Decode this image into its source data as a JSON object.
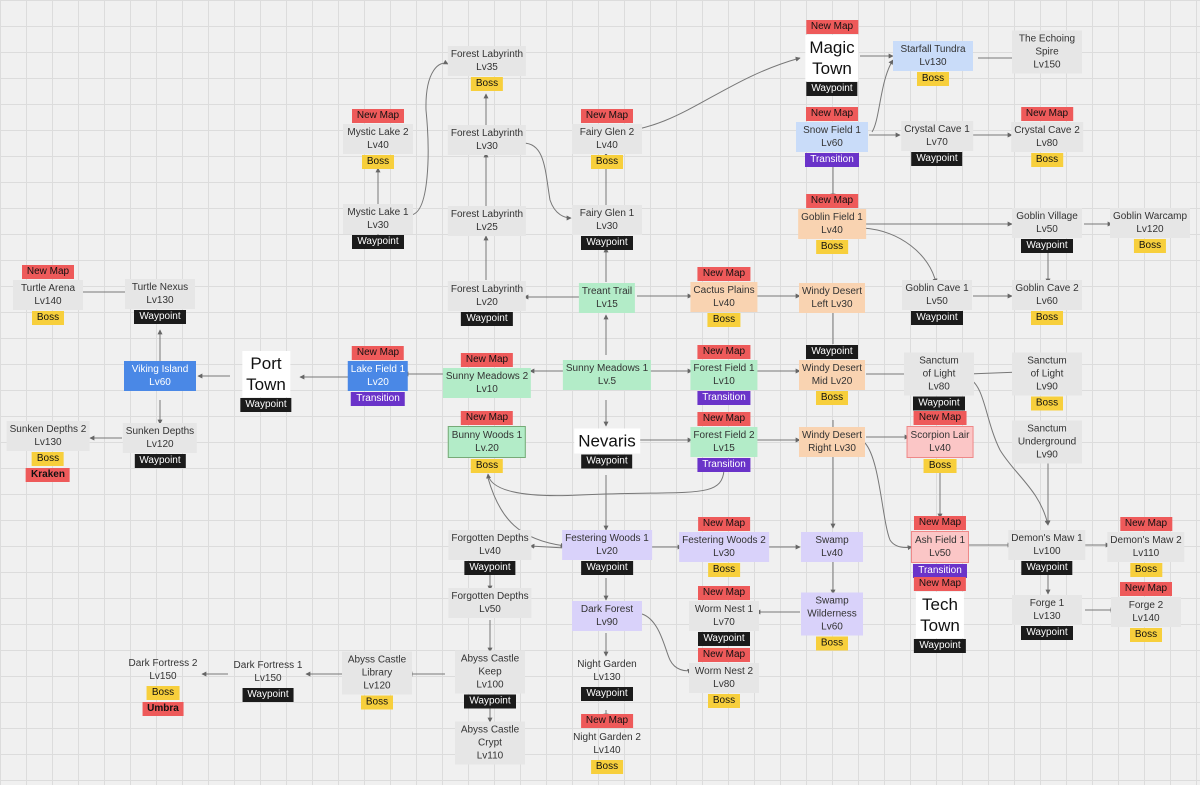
{
  "tags": {
    "new_map": "New Map",
    "boss": "Boss",
    "waypoint": "Waypoint",
    "transition": "Transition"
  },
  "nodes": [
    {
      "id": "magic_town",
      "lines": [
        "Magic",
        "Town"
      ],
      "town": true,
      "new_map": true,
      "waypoint": true
    },
    {
      "id": "starfall_tundra",
      "lines": [
        "Starfall Tundra",
        "Lv130"
      ],
      "color": "blue",
      "boss": true
    },
    {
      "id": "echoing_spire",
      "lines": [
        "The Echoing",
        "Spire",
        "Lv150"
      ],
      "color": "gray"
    },
    {
      "id": "forest_lab_35",
      "lines": [
        "Forest Labyrinth",
        "Lv35"
      ],
      "color": "gray",
      "boss": true
    },
    {
      "id": "mystic_lake_2",
      "lines": [
        "Mystic Lake 2",
        "Lv40"
      ],
      "color": "gray",
      "new_map": true,
      "boss": true
    },
    {
      "id": "forest_lab_30",
      "lines": [
        "Forest Labyrinth",
        "Lv30"
      ],
      "color": "gray"
    },
    {
      "id": "fairy_glen_2",
      "lines": [
        "Fairy Glen 2",
        "Lv40"
      ],
      "color": "gray",
      "new_map": true,
      "boss": true
    },
    {
      "id": "snow_field_1",
      "lines": [
        "Snow Field 1",
        "Lv60"
      ],
      "color": "blue",
      "new_map": true,
      "transition": true
    },
    {
      "id": "crystal_cave_1",
      "lines": [
        "Crystal Cave 1",
        "Lv70"
      ],
      "color": "gray",
      "waypoint": true
    },
    {
      "id": "crystal_cave_2",
      "lines": [
        "Crystal Cave 2",
        "Lv80"
      ],
      "color": "gray",
      "new_map": true,
      "boss": true
    },
    {
      "id": "mystic_lake_1",
      "lines": [
        "Mystic Lake 1",
        "Lv30"
      ],
      "color": "gray",
      "waypoint": true
    },
    {
      "id": "forest_lab_25",
      "lines": [
        "Forest Labyrinth",
        "Lv25"
      ],
      "color": "gray"
    },
    {
      "id": "fairy_glen_1",
      "lines": [
        "Fairy Glen 1",
        "Lv30"
      ],
      "color": "gray",
      "waypoint": true
    },
    {
      "id": "goblin_field_1",
      "lines": [
        "Goblin Field 1",
        "Lv40"
      ],
      "color": "orange",
      "new_map": true,
      "boss": true
    },
    {
      "id": "goblin_village",
      "lines": [
        "Goblin Village",
        "Lv50"
      ],
      "color": "gray",
      "waypoint": true
    },
    {
      "id": "goblin_warcamp",
      "lines": [
        "Goblin Warcamp",
        "Lv120"
      ],
      "color": "gray",
      "boss": true
    },
    {
      "id": "turtle_arena",
      "lines": [
        "Turtle Arena",
        "Lv140"
      ],
      "color": "gray",
      "new_map": true,
      "boss": true
    },
    {
      "id": "turtle_nexus",
      "lines": [
        "Turtle Nexus",
        "Lv130"
      ],
      "color": "gray",
      "waypoint": true
    },
    {
      "id": "forest_lab_20",
      "lines": [
        "Forest Labyrinth",
        "Lv20"
      ],
      "color": "gray",
      "waypoint": true
    },
    {
      "id": "treant_trail",
      "lines": [
        "Treant Trail",
        "Lv15"
      ],
      "color": "green"
    },
    {
      "id": "cactus_plains",
      "lines": [
        "Cactus Plains",
        "Lv40"
      ],
      "color": "orange",
      "new_map": true,
      "boss": true
    },
    {
      "id": "windy_desert_left",
      "lines": [
        "Windy Desert",
        "Left Lv30"
      ],
      "color": "orange"
    },
    {
      "id": "goblin_cave_1",
      "lines": [
        "Goblin Cave 1",
        "Lv50"
      ],
      "color": "gray",
      "waypoint": true
    },
    {
      "id": "goblin_cave_2",
      "lines": [
        "Goblin Cave 2",
        "Lv60"
      ],
      "color": "gray",
      "boss": true
    },
    {
      "id": "viking_island",
      "lines": [
        "Viking Island",
        "Lv60"
      ],
      "color": "darkblue"
    },
    {
      "id": "port_town",
      "lines": [
        "Port",
        "Town"
      ],
      "town": true,
      "waypoint": true
    },
    {
      "id": "lake_field_1",
      "lines": [
        "Lake Field 1",
        "Lv20"
      ],
      "color": "darkblue",
      "new_map": true,
      "transition": true
    },
    {
      "id": "sunny_meadows_2",
      "lines": [
        "Sunny Meadows 2",
        "Lv10"
      ],
      "color": "green",
      "new_map": true
    },
    {
      "id": "sunny_meadows_1",
      "lines": [
        "Sunny Meadows 1",
        "Lv.5"
      ],
      "color": "green"
    },
    {
      "id": "forest_field_1",
      "lines": [
        "Forest Field 1",
        "Lv10"
      ],
      "color": "green",
      "new_map": true,
      "transition": true
    },
    {
      "id": "windy_desert_mid",
      "lines": [
        "Windy Desert",
        "Mid Lv20"
      ],
      "color": "orange",
      "waypoint_top": true,
      "boss": true
    },
    {
      "id": "sanctum_light_80",
      "lines": [
        "Sanctum",
        "of Light",
        "Lv80"
      ],
      "color": "gray",
      "waypoint": true
    },
    {
      "id": "sanctum_light_90",
      "lines": [
        "Sanctum",
        "of Light",
        "Lv90"
      ],
      "color": "gray",
      "boss": true
    },
    {
      "id": "sunken_depths_2",
      "lines": [
        "Sunken Depths 2",
        "Lv130"
      ],
      "color": "gray",
      "boss": true,
      "extra": "Kraken"
    },
    {
      "id": "sunken_depths",
      "lines": [
        "Sunken Depths",
        "Lv120"
      ],
      "color": "gray",
      "waypoint": true
    },
    {
      "id": "bunny_woods_1",
      "lines": [
        "Bunny Woods 1",
        "Lv.20"
      ],
      "color": "green",
      "bordered": true,
      "new_map": true,
      "boss": true
    },
    {
      "id": "nevaris",
      "lines": [
        "Nevaris"
      ],
      "town": true,
      "waypoint": true
    },
    {
      "id": "forest_field_2",
      "lines": [
        "Forest Field 2",
        "Lv15"
      ],
      "color": "green",
      "new_map": true,
      "transition": true
    },
    {
      "id": "windy_desert_right",
      "lines": [
        "Windy Desert",
        "Right Lv30"
      ],
      "color": "orange"
    },
    {
      "id": "scorpion_lair",
      "lines": [
        "Scorpion Lair",
        "Lv40"
      ],
      "color": "pink",
      "new_map": true,
      "boss": true
    },
    {
      "id": "sanctum_underground",
      "lines": [
        "Sanctum",
        "Underground",
        "Lv90"
      ],
      "color": "gray"
    },
    {
      "id": "forgotten_depths_40",
      "lines": [
        "Forgotten Depths",
        "Lv40"
      ],
      "color": "gray",
      "waypoint": true
    },
    {
      "id": "festering_woods_1",
      "lines": [
        "Festering Woods 1",
        "Lv20"
      ],
      "color": "purple",
      "waypoint": true
    },
    {
      "id": "festering_woods_2",
      "lines": [
        "Festering Woods 2",
        "Lv30"
      ],
      "color": "purple",
      "new_map": true,
      "boss": true
    },
    {
      "id": "swamp",
      "lines": [
        "Swamp",
        "Lv40"
      ],
      "color": "purple"
    },
    {
      "id": "ash_field_1",
      "lines": [
        "Ash Field 1",
        "Lv50"
      ],
      "color": "pink",
      "new_map": true,
      "transition": true
    },
    {
      "id": "demons_maw_1",
      "lines": [
        "Demon's Maw 1",
        "Lv100"
      ],
      "color": "gray",
      "waypoint": true
    },
    {
      "id": "demons_maw_2",
      "lines": [
        "Demon's Maw 2",
        "Lv110"
      ],
      "color": "gray",
      "new_map": true,
      "boss": true
    },
    {
      "id": "forgotten_depths_50",
      "lines": [
        "Forgotten Depths",
        "Lv50"
      ],
      "color": "gray"
    },
    {
      "id": "dark_forest",
      "lines": [
        "Dark Forest",
        "Lv90"
      ],
      "color": "purple"
    },
    {
      "id": "worm_nest_1",
      "lines": [
        "Worm Nest 1",
        "Lv70"
      ],
      "color": "gray",
      "new_map": true,
      "waypoint": true
    },
    {
      "id": "swamp_wilderness",
      "lines": [
        "Swamp",
        "Wilderness",
        "Lv60"
      ],
      "color": "purple",
      "boss": true
    },
    {
      "id": "tech_town",
      "lines": [
        "Tech",
        "Town"
      ],
      "town": true,
      "new_map": true,
      "waypoint": true
    },
    {
      "id": "forge_1",
      "lines": [
        "Forge 1",
        "Lv130"
      ],
      "color": "gray",
      "waypoint": true
    },
    {
      "id": "forge_2",
      "lines": [
        "Forge 2",
        "Lv140"
      ],
      "color": "gray",
      "new_map": true,
      "boss": true
    },
    {
      "id": "dark_fortress_2",
      "lines": [
        "Dark Fortress 2",
        "Lv150"
      ],
      "color": "plain",
      "boss": true,
      "extra": "Umbra"
    },
    {
      "id": "dark_fortress_1",
      "lines": [
        "Dark Fortress 1",
        "Lv150"
      ],
      "color": "plain",
      "waypoint": true
    },
    {
      "id": "abyss_library",
      "lines": [
        "Abyss Castle",
        "Library",
        "Lv120"
      ],
      "color": "gray",
      "boss": true
    },
    {
      "id": "abyss_keep",
      "lines": [
        "Abyss Castle",
        "Keep",
        "Lv100"
      ],
      "color": "gray",
      "waypoint": true
    },
    {
      "id": "night_garden",
      "lines": [
        "Night Garden",
        "Lv130"
      ],
      "color": "plain",
      "waypoint": true
    },
    {
      "id": "worm_nest_2",
      "lines": [
        "Worm Nest 2",
        "Lv80"
      ],
      "color": "gray",
      "new_map": true,
      "boss": true
    },
    {
      "id": "night_garden_2",
      "lines": [
        "Night Garden 2",
        "Lv140"
      ],
      "color": "plain",
      "new_map": true,
      "boss": true
    },
    {
      "id": "abyss_crypt",
      "lines": [
        "Abyss Castle",
        "Crypt",
        "Lv110"
      ],
      "color": "gray"
    }
  ]
}
